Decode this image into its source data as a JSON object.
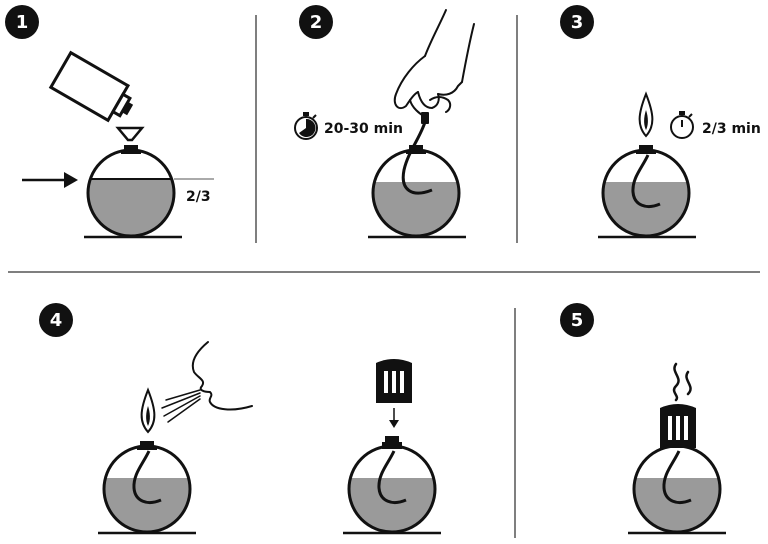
{
  "steps": [
    {
      "number": "1",
      "label": "2/3"
    },
    {
      "number": "2",
      "label": "20-30 min"
    },
    {
      "number": "3",
      "label": "2/3 min"
    },
    {
      "number": "4"
    },
    {
      "number": "5"
    }
  ],
  "colors": {
    "liquid": "#9a9a9a",
    "ink": "#111111",
    "divider": "#555555"
  },
  "icons": [
    "bottle-icon",
    "funnel-icon",
    "arrow-icon",
    "hand-icon",
    "timer-icon",
    "flame-icon",
    "blowing-face-icon",
    "snuffer-cap-icon",
    "smoke-icon"
  ]
}
